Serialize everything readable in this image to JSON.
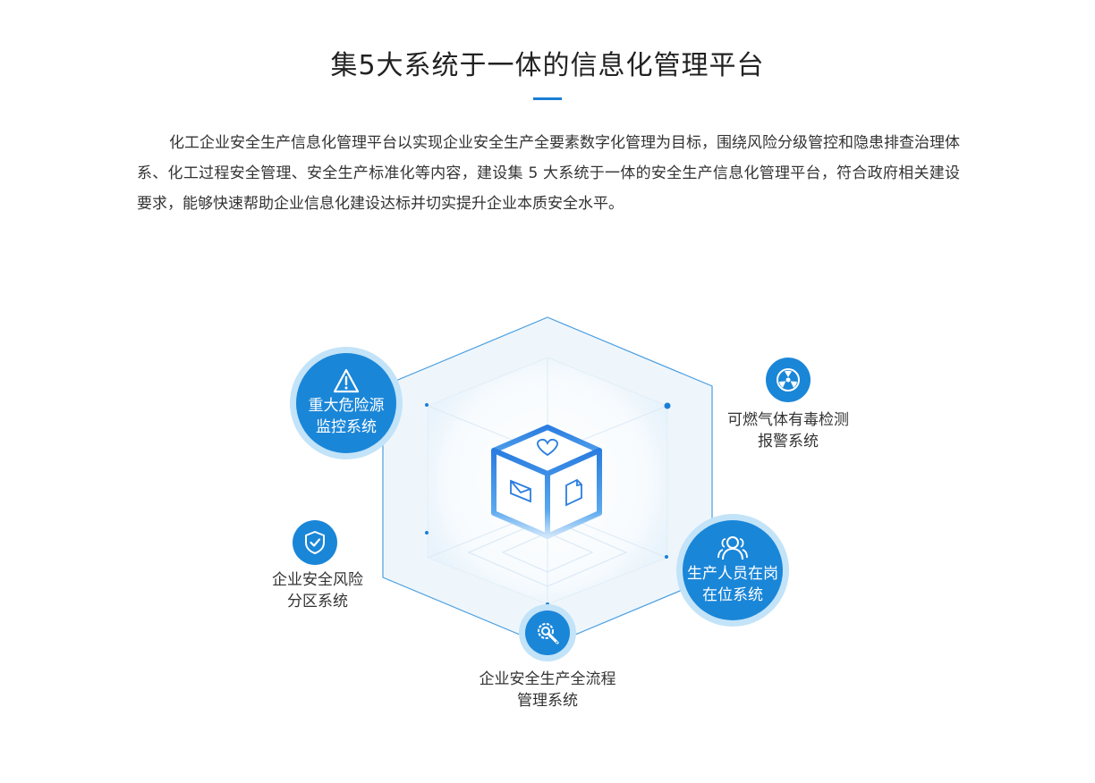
{
  "header": {
    "title": "集5大系统于一体的信息化管理平台",
    "accent_color": "#1a7fd6"
  },
  "intro": {
    "paragraph": "化工企业安全生产信息化管理平台以实现企业安全生产全要素数字化管理为目标，围绕风险分级管控和隐患排查治理体系、化工过程安全管理、安全生产标准化等内容，建设集 5 大系统于一体的安全生产信息化管理平台，符合政府相关建设要求，能够快速帮助企业信息化建设达标并切实提升企业本质安全水平。"
  },
  "systems": [
    {
      "label_line1": "重大危险源",
      "label_line2": "监控系统",
      "icon": "warning-icon"
    },
    {
      "label_line1": "可燃气体有毒检测",
      "label_line2": "报警系统",
      "icon": "radiation-icon"
    },
    {
      "label_line1": "企业安全风险",
      "label_line2": "分区系统",
      "icon": "shield-check-icon"
    },
    {
      "label_line1": "生产人员在岗",
      "label_line2": "在位系统",
      "icon": "people-icon"
    },
    {
      "label_line1": "企业安全生产全流程",
      "label_line2": "管理系统",
      "icon": "gear-wrench-icon"
    }
  ],
  "center": {
    "icon": "cube-icon",
    "face_icons": [
      "heart-icon",
      "mail-icon",
      "document-icon"
    ]
  },
  "colors": {
    "circle": "#1a86d8",
    "halo": "#c3e3f8",
    "hexagon_stroke": "#4a9ee0",
    "hexagon_fill": "#eef6fc"
  }
}
